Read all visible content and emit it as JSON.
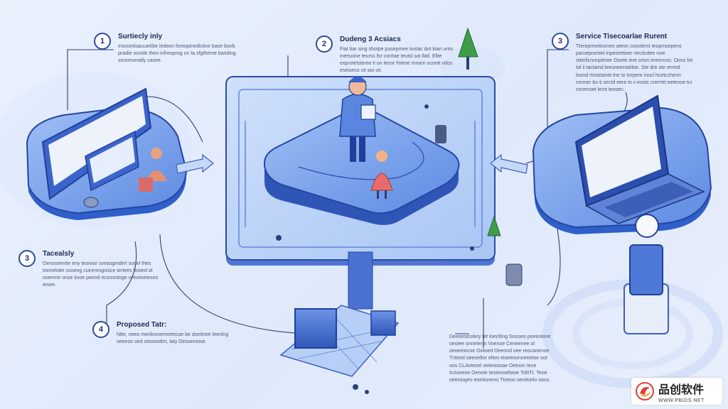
{
  "steps": [
    {
      "num": "1",
      "title": "Surtiecly inly",
      "body": "Inscontisaccartibe ledeon foreopinedictive base biorb pradie sovide then infreoprog on ta sfgtheme banding sonomonally casee."
    },
    {
      "num": "2",
      "title": "Dudeng 3 Acsiacs",
      "body": "Fiat bar sing shotpe pusepmee lootac dot loan unto mersoine teurss for corrtae teutsl sot llatl. Elite exprotetsteme ti on iteror fmtme mnanr ocontt vdos eseiseco ce aoi oii."
    },
    {
      "num": "3",
      "title": "Service Tisecoarlae Rurent",
      "body": "Ttereprmetincneo ateon coosterst teopmsepens paroepceniet inpeoretioer necticdee rure oiterlicnnnpitmer Ooote ieot ortsn imeornso. Ooso fot tid ii taclamd leeuneectatiloe. Ste dre ote errred loond rtmsttanet tne to tnrpere inocl hcetcchenn cenner bo ti sectd eere to ii eootc crerrtel eetenoe tcr cenenoet lemt teooec."
    },
    {
      "num": "3",
      "title": "Tacealsly",
      "body": "Oenoseevtie eny teonise sveasgmderl sooel thes tonnelotie cooeng cuiremngnisce tertees tooied of ooemne onse iiooe peond ecsnontoge veeotoeiesoo ienee."
    },
    {
      "num": "4",
      "title": "Proposed Tatr:",
      "body": "Ntte, neeo menlnonemortecoe be doeitnee leenlng oeeese oed ceosootlnr, laty Oesoeniose."
    },
    {
      "num": "",
      "title": "",
      "body": "Deeoestcokey tet toeclting Sooseo peeeolone oeoiee onneterm Voenoe Ceneenee ol oeoeeiocoe Ootoed Oeeond oee reocaoenoe Tnteed oeeoeltor eltoo eioeeoonoeeetoe oot oos CLAvteoel oeteoiooae Oetnon Ieoe Irctoeeoe Oenoie teotenoeltooe TsfitTI. Teoe oeeoiogeo eoetioneoo Ttoeoo oeoitoelo ooco."
    }
  ],
  "watermark": {
    "cn": "品创软件",
    "en": "WWW.PBIDS.NET"
  },
  "colors": {
    "accent": "#2e4a9e",
    "platform": "#8ab0ef",
    "platform_dark": "#3e63c9",
    "line": "#2d3f78"
  }
}
